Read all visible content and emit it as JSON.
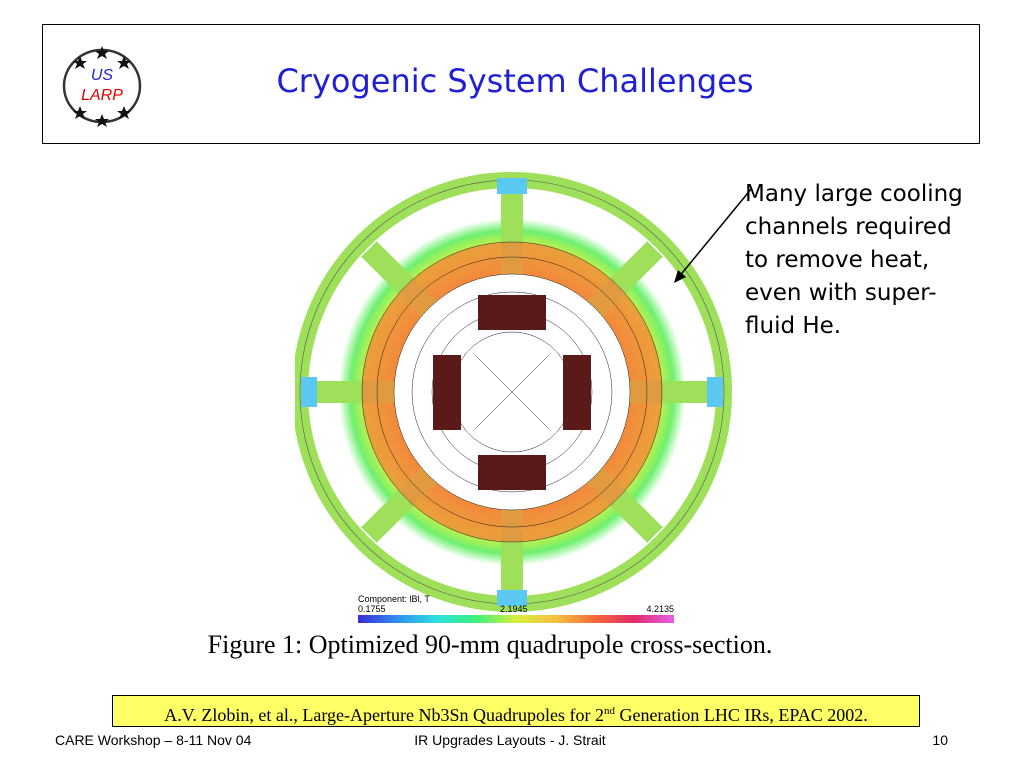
{
  "logo": {
    "line1": "US",
    "line2": "LARP",
    "ring_color": "#1f1fd4",
    "text_color_us": "#1f1fd4",
    "text_color_larp": "#e00000"
  },
  "header": {
    "title": "Cryogenic System Challenges"
  },
  "annotation": {
    "text_lines": [
      "Many large cooling",
      "channels required",
      "to remove heat,",
      "even with super-",
      "fluid He."
    ]
  },
  "colorbar": {
    "label": "Component: lBl, T",
    "min": "0.1755",
    "mid": "2.1945",
    "max": "4.2135"
  },
  "caption": "Figure 1: Optimized 90-mm quadrupole cross-section.",
  "reference": {
    "before_sup": "A.V. Zlobin, et al., Large-Aperture Nb3Sn Quadrupoles for 2",
    "sup": "nd",
    "after_sup": " Generation LHC IRs, EPAC 2002."
  },
  "footer": {
    "left": "CARE Workshop – 8-11 Nov 04",
    "center": "IR Upgrades Layouts -  J. Strait",
    "page": "10"
  }
}
